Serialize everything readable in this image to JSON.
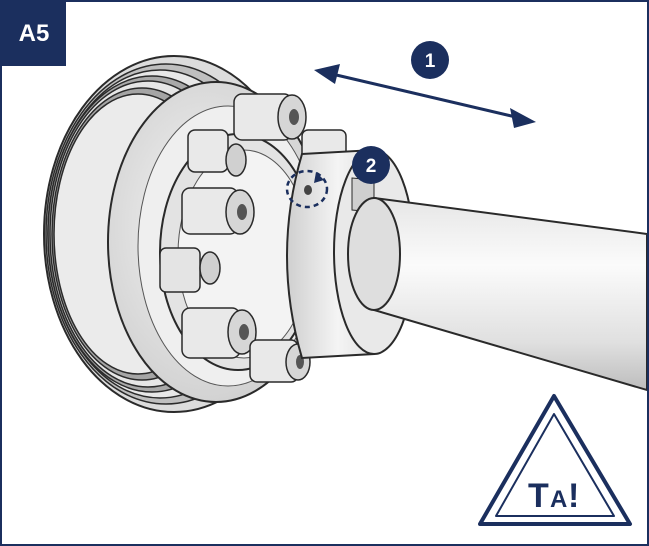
{
  "step_label": "A5",
  "callouts": [
    {
      "number": "1",
      "meaning": "axial-movement-arrow"
    },
    {
      "number": "2",
      "meaning": "rotation-marker"
    }
  ],
  "warning": {
    "main": "T",
    "sub": "A",
    "mark": "!"
  },
  "colors": {
    "navy": "#1b2f5e",
    "steel_light": "#f2f2f2",
    "steel_mid": "#d9d9d9",
    "steel_dark": "#9a9a9a",
    "outline": "#2a2a2a"
  }
}
